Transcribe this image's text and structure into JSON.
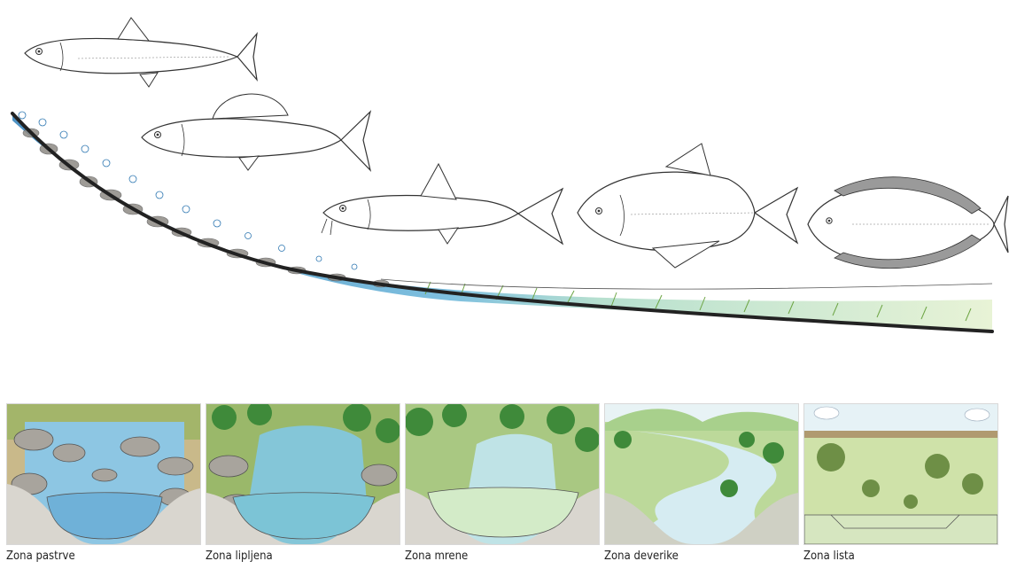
{
  "zones": [
    {
      "id": "pastrve",
      "label": "Zona pastrve"
    },
    {
      "id": "lipljena",
      "label": "Zona lipljena"
    },
    {
      "id": "mrene",
      "label": "Zona mrene"
    },
    {
      "id": "deverike",
      "label": "Zona deverike"
    },
    {
      "id": "lista",
      "label": "Zona lista"
    }
  ],
  "colors": {
    "water": "#8cc6e0",
    "water_dark": "#5aa2c8",
    "rock": "#a9a6a0",
    "grass": "#7fb04a",
    "tree": "#3f8a3a",
    "bed": "#333333",
    "sky": "#d9ecf5"
  }
}
